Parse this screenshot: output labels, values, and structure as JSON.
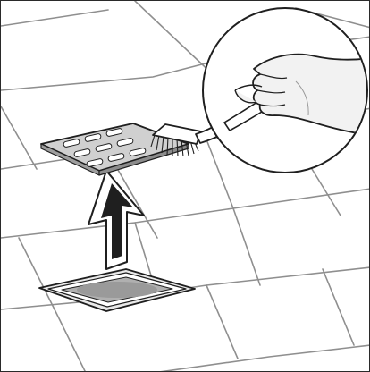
{
  "illustration": {
    "scene": "floor-drain-cleaning",
    "icons": [
      "floor-tile-grid",
      "drain-basin",
      "drain-grate",
      "up-arrow",
      "brush",
      "gloved-hand",
      "magnifier-circle"
    ],
    "colors": {
      "background": "#ffffff",
      "tile_line": "#8f8f8f",
      "outline": "#1f1f1f",
      "grate_fill": "#c9c9c9",
      "basin_fill": "#a9a9a9",
      "glove_fill": "#f2f2f2"
    }
  }
}
